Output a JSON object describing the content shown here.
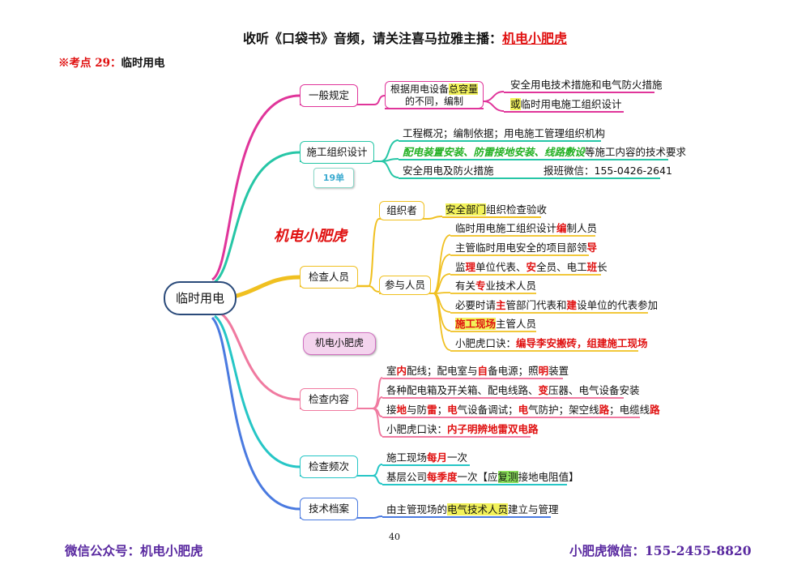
{
  "header": {
    "prefix": "收听《口袋书》音频，请关注喜马拉雅主播：",
    "brand": "机电小肥虎"
  },
  "topic": {
    "star": "※考点 29：",
    "title": "临时用电"
  },
  "root": {
    "label": "临时用电"
  },
  "branches": {
    "general": {
      "label": "一般规定",
      "note_pre": "根据用电设备",
      "note_hl": "总容量",
      "note_post": "的不同，编制",
      "leaf1": "安全用电技术措施和电气防火措施",
      "leaf2_hl": "或",
      "leaf2_rest": "临时用电施工组织设计"
    },
    "design": {
      "label": "施工组织设计",
      "badge": "19单",
      "leaf1": "工程概况；编制依据；用电施工管理组织机构",
      "leaf2_hl": "配电装置安装、防雷接地安装、线路敷设",
      "leaf2_rest": "等施工内容的技术要求",
      "leaf3": "安全用电及防火措施",
      "leaf3_contact": "报班微信：155-0426-2641"
    },
    "watermark": "机电小肥虎",
    "tag": "机电小肥虎",
    "inspectors": {
      "label": "检查人员",
      "organizer_label": "组织者",
      "organizer_hl": "安全部门",
      "organizer_rest": "组织检查验收",
      "participants_label": "参与人员",
      "p1_a": "临时用电施工组织设计",
      "p1_b": "编",
      "p1_c": "制人员",
      "p2_a": "主管临时用电安全的项目部领",
      "p2_b": "导",
      "p3_a": "监",
      "p3_b": "理",
      "p3_c": "单位代表、",
      "p3_d": "安",
      "p3_e": "全员、电工",
      "p3_f": "班",
      "p3_g": "长",
      "p4_a": "有关",
      "p4_b": "专",
      "p4_c": "业技术人员",
      "p5_a": "必要时请",
      "p5_b": "主",
      "p5_c": "管部门代表和",
      "p5_d": "建",
      "p5_e": "设单位的代表参加",
      "p6_a": "施工现场",
      "p6_b": "主管人员",
      "p7_a": "小肥虎口诀：",
      "p7_b": "编导李安搬砖，组建施工现场"
    },
    "content": {
      "label": "检查内容",
      "c1_a": "室",
      "c1_b": "内",
      "c1_c": "配线；配电室与",
      "c1_d": "自",
      "c1_e": "备电源；照",
      "c1_f": "明",
      "c1_g": "装置",
      "c2_a": "各种配电箱及开关箱、配电线路、",
      "c2_b": "变",
      "c2_c": "压器、电气设备安装",
      "c3_a": "接",
      "c3_b": "地",
      "c3_c": "与防",
      "c3_d": "雷",
      "c3_e": "；",
      "c3_f": "电",
      "c3_g": "气设备调试；",
      "c3_h": "电",
      "c3_i": "气防护；架空线",
      "c3_j": "路",
      "c3_k": "；电缆线",
      "c3_l": "路",
      "c4_a": "小肥虎口诀：",
      "c4_b": "内子明辨地雷双电路"
    },
    "frequency": {
      "label": "检查频次",
      "f1_a": "施工现场",
      "f1_b": "每月",
      "f1_c": "一次",
      "f2_a": "基层公司",
      "f2_b": "每季度",
      "f2_c": "一次【应",
      "f2_d": "复测",
      "f2_e": "接地电阻值】"
    },
    "archive": {
      "label": "技术档案",
      "a1_a": "由主管现场的",
      "a1_b": "电气技术人员",
      "a1_c": "建立与管理"
    },
    "colors": {
      "general": "#e0359a",
      "design": "#26c6a6",
      "inspectors": "#f0c020",
      "content": "#f07aa0",
      "frequency": "#26c6c6",
      "archive": "#4a7ae0"
    }
  },
  "page_number": "40",
  "footer": {
    "left": "微信公众号：机电小肥虎",
    "right": "小肥虎微信：155-2455-8820"
  }
}
